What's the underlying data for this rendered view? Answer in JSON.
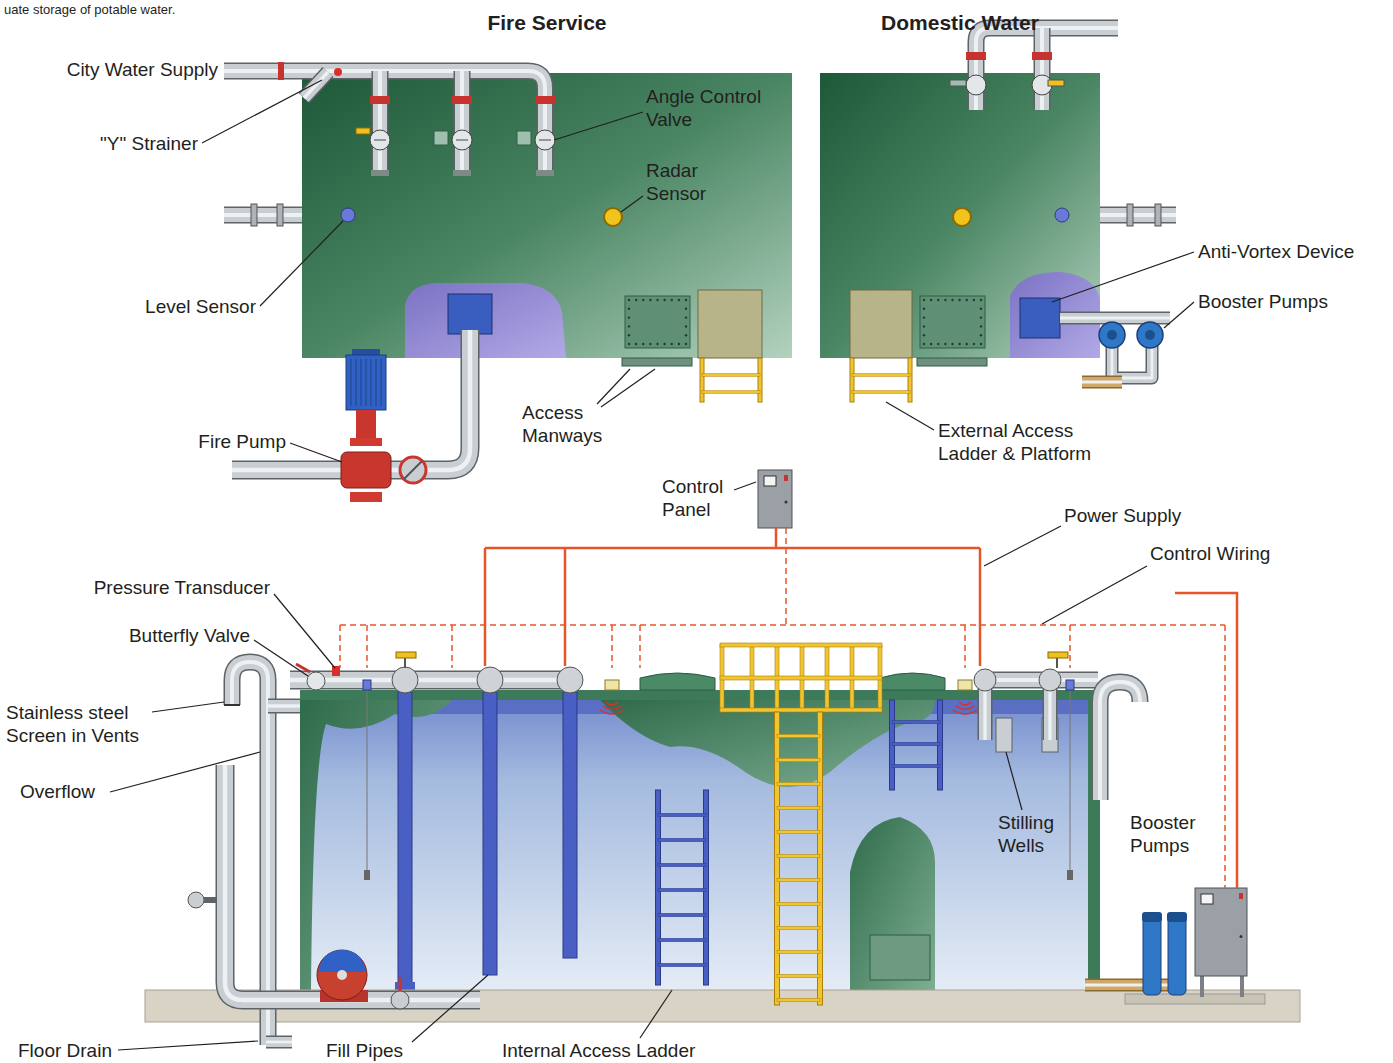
{
  "diagram": {
    "labels": [
      "uate storage of potable water.",
      "Fire Service",
      "Domestic Water",
      "City Water Supply",
      "\"Y\" Strainer",
      "Angle Control Valve",
      "Radar Sensor",
      "Level Sensor",
      "Anti-Vortex Device",
      "Booster Pumps",
      "Fire Pump",
      "Access Manways",
      "External Access Ladder & Platform",
      "Control Panel",
      "Power Supply",
      "Control Wiring",
      "Pressure Transducer",
      "Butterfly Valve",
      "Stainless steel Screen in Vents",
      "Overflow",
      "Stilling Wells",
      "Booster Pumps",
      "Floor Drain",
      "Fill Pipes",
      "Internal Access Ladder"
    ]
  }
}
